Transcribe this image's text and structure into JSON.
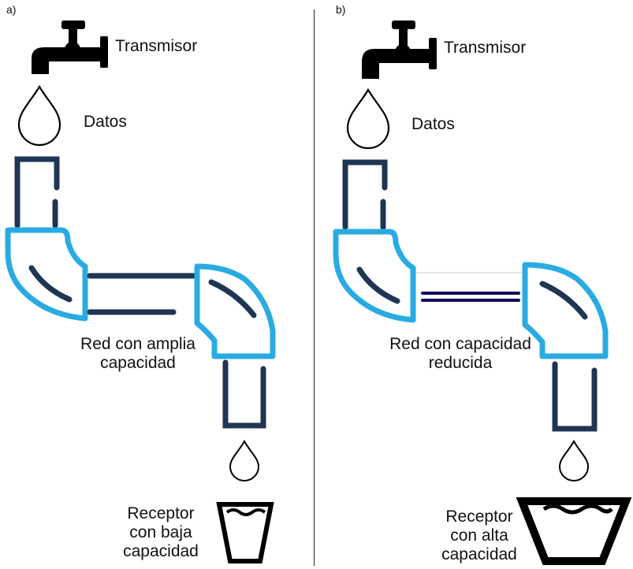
{
  "colors": {
    "pipe_dark": "#1f3554",
    "pipe_light": "#29abe2",
    "narrow_pipe": "#0b0f5a",
    "outline": "#000000"
  },
  "panel_a": {
    "tag": "a)",
    "transmitter_label": "Transmisor",
    "data_label": "Datos",
    "network_label_line1": "Red con amplia",
    "network_label_line2": "capacidad",
    "receiver_label_line1": "Receptor",
    "receiver_label_line2": "con baja",
    "receiver_label_line3": "capacidad"
  },
  "panel_b": {
    "tag": "b)",
    "transmitter_label": "Transmisor",
    "data_label": "Datos",
    "network_label_line1": "Red con capacidad",
    "network_label_line2": "reducida",
    "receiver_label_line1": "Receptor",
    "receiver_label_line2": "con alta",
    "receiver_label_line3": "capacidad"
  },
  "icons": [
    "faucet-icon",
    "water-drop-icon",
    "pipe-icon",
    "cup-icon"
  ]
}
